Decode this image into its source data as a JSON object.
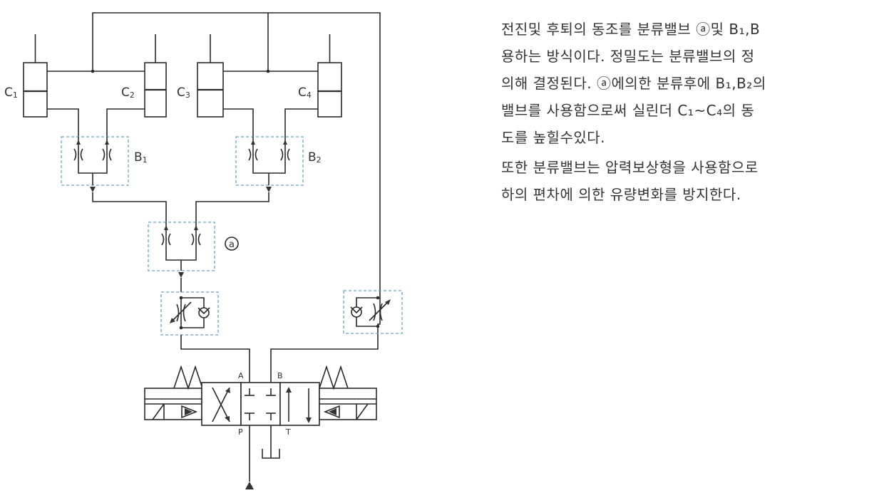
{
  "diagram": {
    "labels": {
      "c1": "C",
      "c1_sub": "1",
      "c2": "C",
      "c2_sub": "2",
      "c3": "C",
      "c3_sub": "3",
      "c4": "C",
      "c4_sub": "4",
      "b1": "B",
      "b1_sub": "1",
      "b2": "B",
      "b2_sub": "2",
      "a": "a",
      "port_a": "A",
      "port_b": "B",
      "port_p": "P",
      "port_t": "T"
    }
  },
  "description": {
    "lines": [
      "전진및 후퇴의 동조를 분류밸브 ⓐ및 B₁,B",
      "용하는 방식이다. 정밀도는 분류밸브의 정",
      "의해 결정된다. ⓐ에의한 분류후에 B₁,B₂의",
      "밸브를 사용함으로써 실린더 C₁~C₄의 동",
      "도를 높힐수있다.",
      "또한 분류밸브는 압력보상형을 사용함으로",
      "하의 편차에 의한 유량변화를 방지한다."
    ]
  }
}
